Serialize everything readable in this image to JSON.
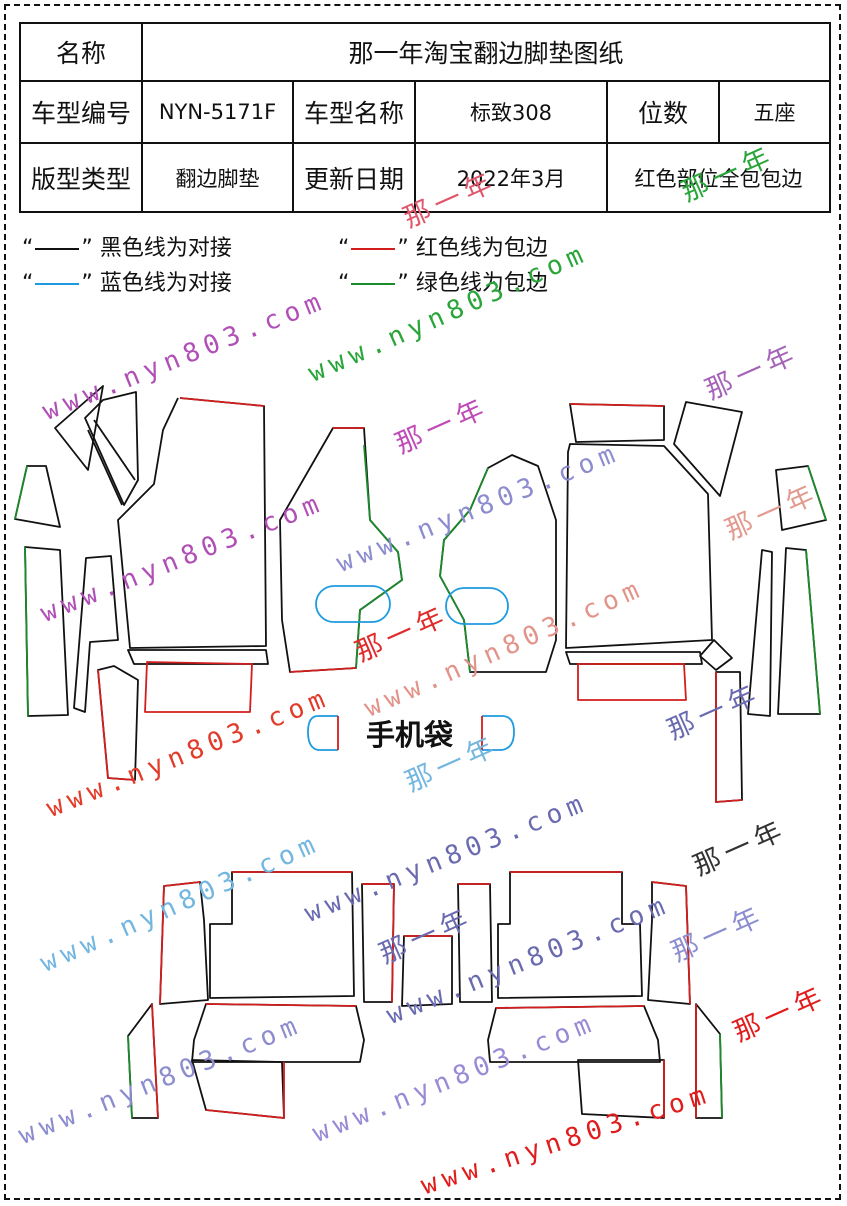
{
  "table": {
    "name_label": "名称",
    "title": "那一年淘宝翻边脚垫图纸",
    "model_code_label": "车型编号",
    "model_code": "NYN-5171F",
    "model_name_label": "车型名称",
    "model_name": "标致308",
    "seats_label": "位数",
    "seats": "五座",
    "type_label": "版型类型",
    "type": "翻边脚垫",
    "date_label": "更新日期",
    "date": "2022年3月",
    "edge_note": "红色部位全包包边"
  },
  "legend": {
    "black": "黑色线为对接",
    "red": "红色线为包边",
    "blue": "蓝色线为对接",
    "green": "绿色线为包边",
    "open_quote": "“",
    "close_quote": "”",
    "colors": {
      "black": "#111111",
      "red": "#d21e1e",
      "blue": "#1e9be0",
      "green": "#1a8a2a"
    }
  },
  "phone_pocket_label": "手机袋",
  "watermarks": {
    "url": "www.nyn803.com",
    "cn": "那一年"
  }
}
